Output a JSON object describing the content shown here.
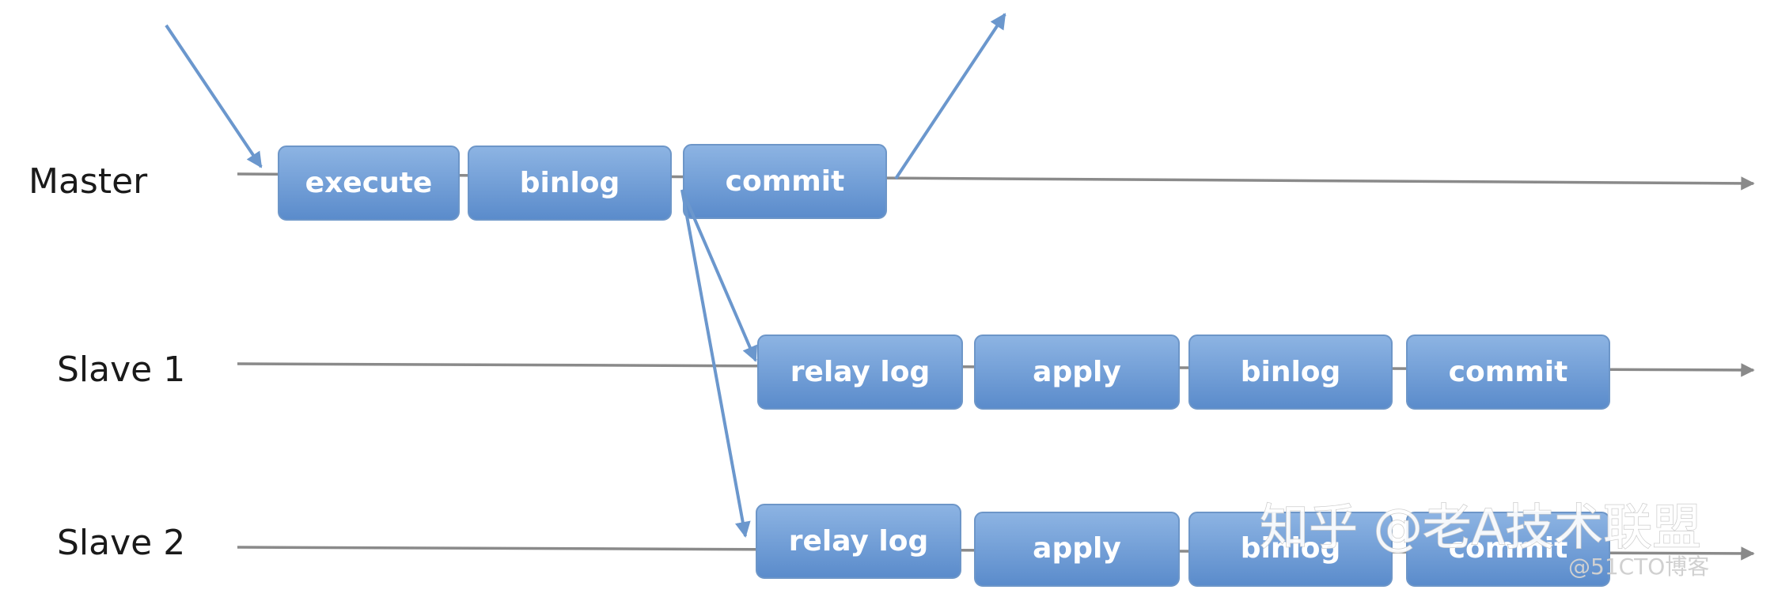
{
  "lanes": {
    "master": "Master",
    "slave1": "Slave 1",
    "slave2": "Slave 2"
  },
  "master_steps": {
    "execute": "execute",
    "binlog": "binlog",
    "commit": "commit"
  },
  "slave1_steps": {
    "relay_log": "relay log",
    "apply": "apply",
    "binlog": "binlog",
    "commit": "commit"
  },
  "slave2_steps": {
    "relay_log": "relay log",
    "apply": "apply",
    "binlog": "binlog",
    "commit": "commit"
  },
  "watermark": {
    "main": "知乎 @老A技术联盟",
    "sub": "@51CTO博客"
  },
  "colors": {
    "box_top": "#8bb2e2",
    "box_bottom": "#5b8ccb",
    "arrow": "#6b97cd",
    "timeline": "#8a8a8a"
  }
}
